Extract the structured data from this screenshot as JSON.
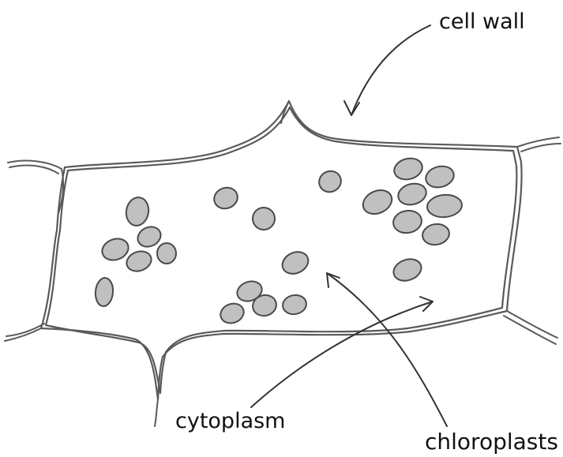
{
  "labels": {
    "cell_wall": "cell wall",
    "cytoplasm": "cytoplasm",
    "chloroplasts": "chloroplasts"
  },
  "style": {
    "pencil_color": "#5a5a5a",
    "chloroplast_fill": "#8c8c8c",
    "text_color": "#111111"
  }
}
